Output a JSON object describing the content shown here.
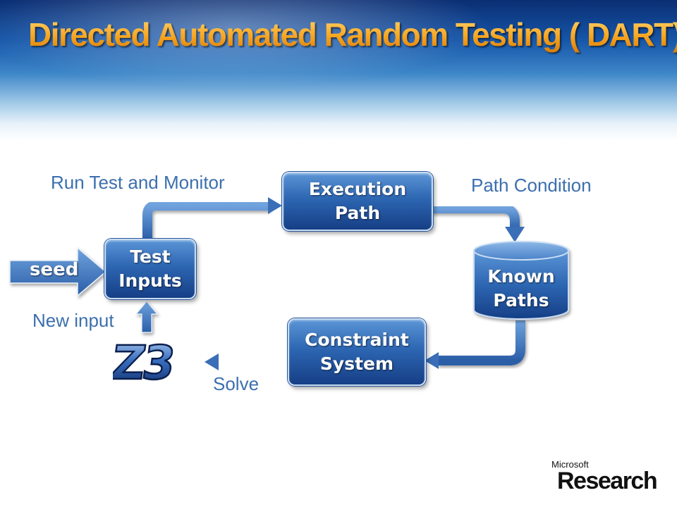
{
  "title": "Directed Automated Random Testing ( DART)",
  "diagram": {
    "seed_label": "seed",
    "nodes": {
      "test_inputs": "Test\nInputs",
      "execution_path": "Execution\nPath",
      "known_paths": "Known\nPaths",
      "constraint_system": "Constraint\nSystem"
    },
    "edges": {
      "run_test": "Run Test and Monitor",
      "path_condition": "Path Condition",
      "solve": "Solve",
      "new_input": "New input"
    },
    "solver_logo": "Z3"
  },
  "brand": {
    "small": "Microsoft",
    "big": "Research"
  },
  "colors": {
    "title": "#f29a1c",
    "label": "#3c6fae",
    "box": "#2d66b2",
    "arrow": "#3a6fb8"
  }
}
